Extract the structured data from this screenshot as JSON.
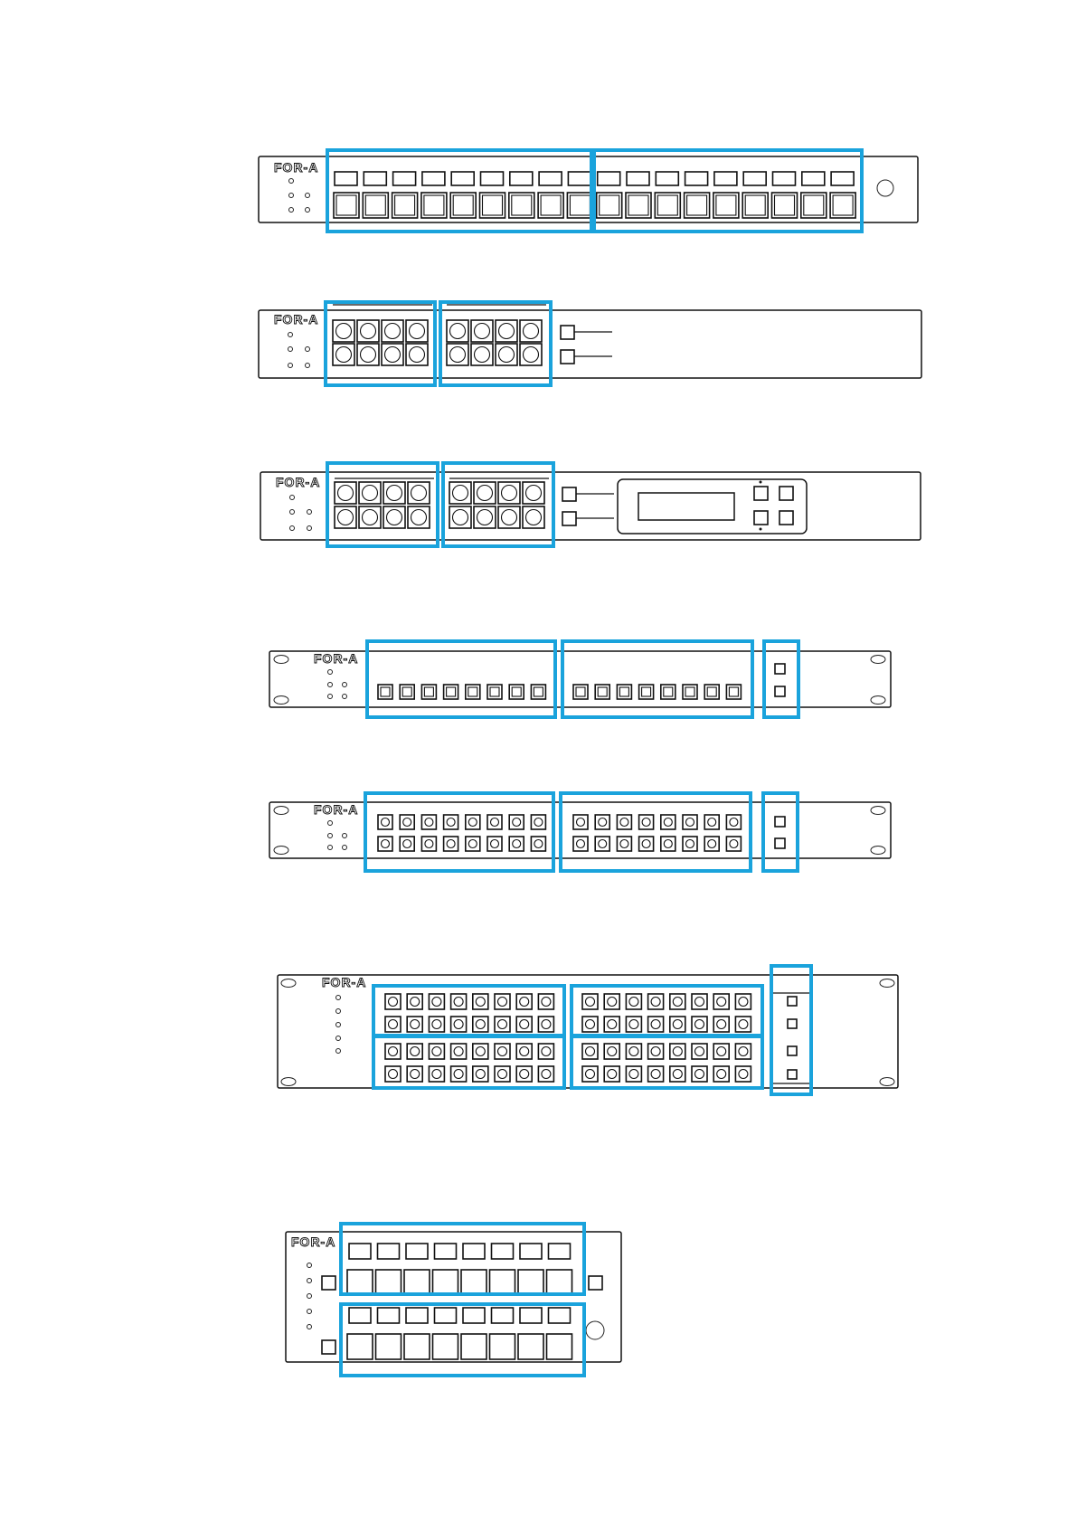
{
  "brand": "FOR-A",
  "highlight_color": "#1aa3dc",
  "panels": [
    {
      "name": "panel-1",
      "brand_label": "FOR-A"
    },
    {
      "name": "panel-2",
      "brand_label": "FOR-A"
    },
    {
      "name": "panel-3",
      "brand_label": "FOR-A"
    },
    {
      "name": "panel-4",
      "brand_label": "FOR-A"
    },
    {
      "name": "panel-5",
      "brand_label": "FOR-A"
    },
    {
      "name": "panel-6",
      "brand_label": "FOR-A"
    },
    {
      "name": "panel-7",
      "brand_label": "FOR-A"
    }
  ]
}
